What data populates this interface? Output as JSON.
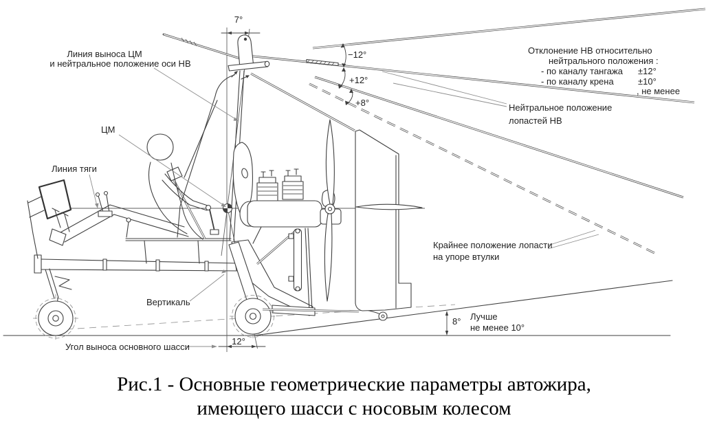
{
  "colors": {
    "background": "#ffffff",
    "ink": "#3f3f3f",
    "leader_gray": "#8d8d8d",
    "text": "#1f1f1f"
  },
  "annotations": {
    "cm_offset_line1": "Линия выноса ЦМ",
    "cm_offset_line2": "и нейтральное положение оси НВ",
    "cm": "ЦМ",
    "thrust_line": "Линия тяги",
    "vertical": "Вертикаль",
    "main_gear_offset": "Угол выноса основного шасси",
    "deflection_line1": "Отклонение НВ относительно",
    "deflection_line2": "нейтрального положения :",
    "deflection_pitch_label": "- по каналу тангажа",
    "deflection_pitch_value": "±12°",
    "deflection_roll_label": "- по каналу крена",
    "deflection_roll_value": "±10°",
    "deflection_note": ", не менее",
    "neutral_position_line1": "Нейтральное положение",
    "neutral_position_line2": "лопастей НВ",
    "extreme_blade_line1": "Крайнее положение лопасти",
    "extreme_blade_line2": "на упоре втулки",
    "clearance_better_line1": "Лучше",
    "clearance_better_line2": "не менее 10°"
  },
  "angles": {
    "rotor_axis_tilt": "7°",
    "blade_up_deflection": "−12°",
    "blade_down_deflection": "+12°",
    "blade_stop_angle": "+8°",
    "main_gear_offset_angle": "12°",
    "tail_clearance_angle": "8°"
  },
  "caption": {
    "line1": "Рис.1 - Основные геометрические параметры автожира,",
    "line2": "имеющего шасси с носовым колесом"
  }
}
